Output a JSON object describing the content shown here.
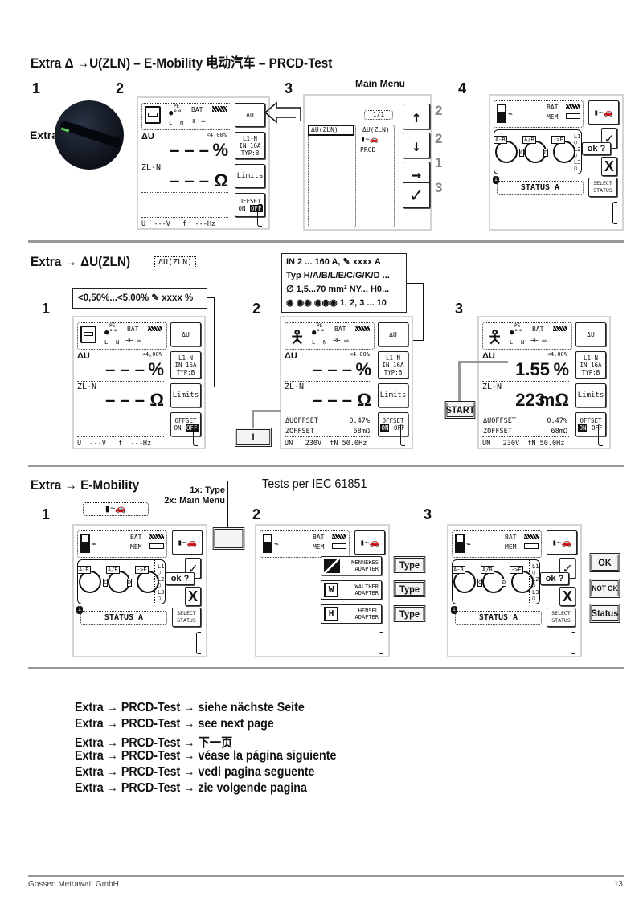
{
  "title": "Extra Δ →U(ZLN) – E-Mobility 电动汽车 – PRCD-Test",
  "section1": {
    "steps": [
      "1",
      "2",
      "3",
      "4"
    ],
    "knob_label": "Extra",
    "main_menu_label": "Main Menu",
    "menu": {
      "page": "1/1",
      "left_item": "ΔU(ZLN)",
      "items": [
        "ΔU(ZLN)",
        "e-mobility-icon",
        "PRCD"
      ],
      "arrow_buttons": [
        "↑",
        "↓",
        "→",
        "✓"
      ],
      "hints": [
        "2",
        "2",
        "1",
        "3"
      ]
    }
  },
  "section2": {
    "title": "Extra → ΔU(ZLN)",
    "menu_chip": "ΔU(ZLN)",
    "steps": [
      "1",
      "2",
      "3"
    ],
    "callout1": "<0,50%...<5,00% ✎ xxxx %",
    "callout2": [
      "IN 2 ... 160 A, ✎ xxxx A",
      "Typ H/A/B/L/E/C/G/K/D ...",
      "∅ 1,5...70 mm² NY... H0...",
      "◉ ◉◉ ◉◉◉ 1, 2, 3 ... 10"
    ],
    "key_i": "I",
    "key_start": "START"
  },
  "section3": {
    "title": "Extra → E-Mobility",
    "steps": [
      "1",
      "2",
      "3"
    ],
    "key_hint": [
      "1x: Type",
      "2x: Main Menu"
    ],
    "tests_label": "Tests per IEC 61851",
    "type_buttons": [
      "Type",
      "Type",
      "Type"
    ],
    "result_buttons": [
      "OK",
      "NOT OK",
      "Status"
    ]
  },
  "screens": {
    "du_a": {
      "icon": "rcd-icon",
      "pe": "PE",
      "l": "L",
      "n": "N",
      "bat": "BAT",
      "top_btn": "ΔU",
      "du_label": "ΔU",
      "du_limit": "<4,00%",
      "du_value": "– – –",
      "du_unit": "%",
      "param": [
        "L1-N",
        "IN 16A",
        "TYP:B"
      ],
      "z_label": "ZL-N",
      "z_value": "– – –",
      "z_unit": "Ω",
      "limits": "Limits",
      "offset_rows": [],
      "offset_btn": "OFFSET",
      "on": "ON",
      "off": "OFF",
      "offset_state": "off",
      "bottom": "U  ---V   f  ---Hz"
    },
    "du_b": {
      "icon": "rcd-icon",
      "pe": "PE",
      "l": "L",
      "n": "N",
      "bat": "BAT",
      "top_btn": "ΔU",
      "du_label": "ΔU",
      "du_limit": "<4,00%",
      "du_value": "– – –",
      "du_unit": "%",
      "param": [
        "L1-N",
        "IN 16A",
        "TYP:B"
      ],
      "z_label": "ZL-N",
      "z_value": "– – –",
      "z_unit": "Ω",
      "limits": "Limits",
      "offset_rows": [],
      "offset_btn": "OFFSET",
      "on": "ON",
      "off": "OFF",
      "offset_state": "off",
      "bottom": "U  ---V   f  ---Hz"
    },
    "du_c": {
      "icon": "person-icon",
      "pe": "PE",
      "l": "L",
      "n": "N",
      "bat": "BAT",
      "top_btn": "ΔU",
      "du_label": "ΔU",
      "du_limit": "<4.00%",
      "du_value": "– – –",
      "du_unit": "%",
      "param": [
        "L1-N",
        "IN 16A",
        "TYP:B"
      ],
      "z_label": "ZL-N",
      "z_value": "– – –",
      "z_unit": "Ω",
      "limits": "Limits",
      "offset_rows": [
        [
          "ΔUOFFSET",
          "0.47%"
        ],
        [
          "ZOFFSET",
          "68mΩ"
        ]
      ],
      "offset_btn": "OFFSET",
      "on": "ON",
      "off": "OFF",
      "offset_state": "on",
      "bottom": "UN   230V  fN 50.0Hz"
    },
    "du_d": {
      "icon": "person-icon",
      "pe": "PE",
      "l": "L",
      "n": "N",
      "bat": "BAT",
      "top_btn": "ΔU",
      "du_label": "ΔU",
      "du_limit": "<4.00%",
      "du_value": "1.55",
      "du_unit": "%",
      "param": [
        "L1-N",
        "IN 16A",
        "TYP:B"
      ],
      "z_label": "ZL-N",
      "z_value": "223",
      "z_unit": "mΩ",
      "limits": "Limits",
      "offset_rows": [
        [
          "ΔUOFFSET",
          "0.47%"
        ],
        [
          "ZOFFSET",
          "68mΩ"
        ]
      ],
      "offset_btn": "OFFSET",
      "on": "ON",
      "off": "OFF",
      "offset_state": "on",
      "bottom": "UN   230V  fN 50.0Hz"
    },
    "em_a": {
      "bat": "BAT",
      "mem": "MEM",
      "sockets": [
        "A-B",
        "A/B",
        "->E"
      ],
      "socket_sub": [
        "C",
        "D"
      ],
      "phases": [
        "L1",
        "L2",
        "L3"
      ],
      "ok": "ok ?",
      "status": "STATUS A",
      "select": [
        "SELECT",
        "STATUS"
      ]
    },
    "em_b": {
      "bat": "BAT",
      "mem": "MEM",
      "sockets": [
        "A-B",
        "A/B",
        "->E"
      ],
      "socket_sub": [
        "C",
        "D"
      ],
      "phases": [
        "L1",
        "L2",
        "L3"
      ],
      "ok": "ok ?",
      "status": "STATUS A",
      "select": [
        "SELECT",
        "STATUS"
      ]
    },
    "em_c": {
      "bat": "BAT",
      "mem": "MEM",
      "sockets": [
        "A-B",
        "A/B",
        "->E"
      ],
      "socket_sub": [
        "C",
        "D"
      ],
      "phases": [
        "L1",
        "L2",
        "L3"
      ],
      "ok": "ok ?",
      "status": "STATUS A",
      "select": [
        "SELECT",
        "STATUS"
      ]
    },
    "ad": {
      "bat": "BAT",
      "mem": "MEM",
      "adapters": [
        [
          "MENNEKES",
          "ADAPTER",
          "mennekes-icon"
        ],
        [
          "WALTHER",
          "ADAPTER",
          "W"
        ],
        [
          "HENSEL",
          "ADAPTER",
          "H"
        ]
      ]
    }
  },
  "prcd_lines": [
    "Extra → PRCD-Test → siehe nächste Seite",
    "Extra → PRCD-Test → see next page",
    "Extra → PRCD-Test → 下一页",
    "Extra → PRCD-Test → véase la página siguiente",
    "Extra → PRCD-Test → vedi pagina seguente",
    "Extra → PRCD-Test → zie volgende pagina"
  ],
  "footer": {
    "company": "Gossen Metrawatt GmbH",
    "page": "13"
  }
}
